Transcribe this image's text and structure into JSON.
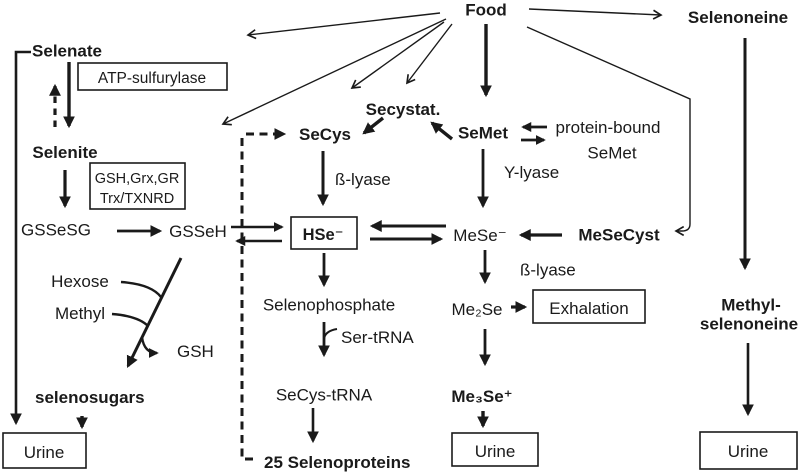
{
  "diagram": {
    "title_hint": "selenium metabolism pathway",
    "colors": {
      "ink": "#1a1a1a",
      "background": "#ffffff"
    },
    "nodes": {
      "food": "Food",
      "selenoneine": "Selenoneine",
      "selenate": "Selenate",
      "selenite": "Selenite",
      "gssesg": "GSSeSG",
      "gsseh": "GSSeH",
      "secystat": "Secystat.",
      "secys": "SeCys",
      "semet": "SeMet",
      "protein_bound_line1": "protein-bound",
      "protein_bound_line2": "SeMet",
      "hse": "HSe⁻",
      "mese": "MeSe⁻",
      "mesecyst": "MeSeCyst",
      "me2se": "Me₂Se",
      "me3se": "Me₃Se⁺",
      "selenophosphate": "Selenophosphate",
      "secys_trna": "SeCys-tRNA",
      "selenoproteins": "25 Selenoproteins",
      "hexose": "Hexose",
      "methyl": "Methyl",
      "gsh": "GSH",
      "selenosugars": "selenosugars",
      "methylselenoneine_line1": "Methyl-",
      "methylselenoneine_line2": "selenoneine"
    },
    "enzymes": {
      "atp_sulfurylase": "ATP-sulfurylase",
      "gsh_box_line1": "GSH,Grx,GR",
      "gsh_box_line2": "Trx/TXNRD",
      "beta_lyase_secys": "ß-lyase",
      "gamma_lyase": "Υ-lyase",
      "beta_lyase_mese": "ß-lyase",
      "ser_trna": "Ser-tRNA"
    },
    "outputs": {
      "urine_left": "Urine",
      "urine_mid": "Urine",
      "urine_right": "Urine",
      "exhalation": "Exhalation"
    }
  }
}
